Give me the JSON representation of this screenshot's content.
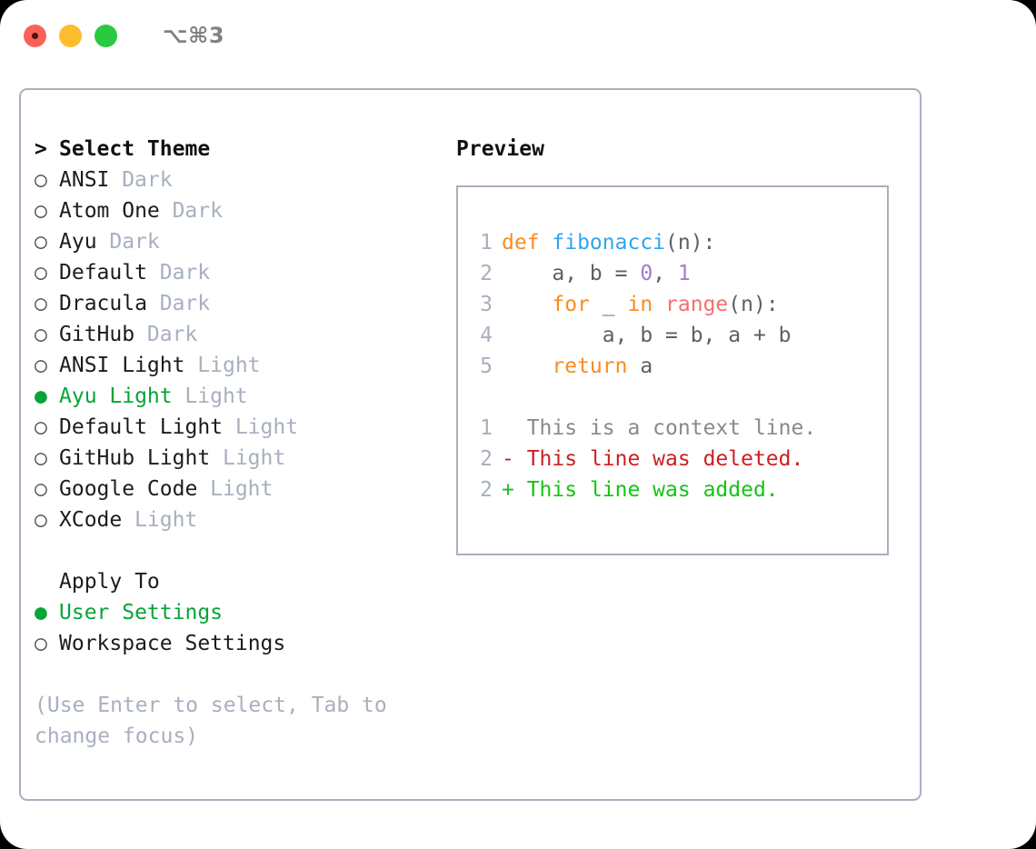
{
  "window": {
    "shortcut_label": "⌥⌘3",
    "traffic_lights": [
      {
        "name": "close",
        "color": "#fb6158"
      },
      {
        "name": "minimize",
        "color": "#fcbe2f"
      },
      {
        "name": "maximize",
        "color": "#2bc940"
      }
    ]
  },
  "colors": {
    "accent_green": "#07a437",
    "border": "#a7b0be",
    "muted": "#a7b0be",
    "text": "#1c1c1c",
    "keyword": "#f78c26",
    "function": "#2fa5f0",
    "number": "#a37acc",
    "builtin": "#f4706e",
    "diff_added": "#14c414",
    "diff_deleted": "#cc1f1f",
    "diff_context": "#8a8a8a"
  },
  "theme_list": {
    "header_marker": ">",
    "header_label": "Select Theme",
    "items": [
      {
        "marker": "○",
        "label": "ANSI",
        "variant": "Dark",
        "selected": false
      },
      {
        "marker": "○",
        "label": "Atom One",
        "variant": "Dark",
        "selected": false
      },
      {
        "marker": "○",
        "label": "Ayu",
        "variant": "Dark",
        "selected": false
      },
      {
        "marker": "○",
        "label": "Default",
        "variant": "Dark",
        "selected": false
      },
      {
        "marker": "○",
        "label": "Dracula",
        "variant": "Dark",
        "selected": false
      },
      {
        "marker": "○",
        "label": "GitHub",
        "variant": "Dark",
        "selected": false
      },
      {
        "marker": "○",
        "label": "ANSI Light",
        "variant": "Light",
        "selected": false
      },
      {
        "marker": "●",
        "label": "Ayu Light",
        "variant": "Light",
        "selected": true
      },
      {
        "marker": "○",
        "label": "Default Light",
        "variant": "Light",
        "selected": false
      },
      {
        "marker": "○",
        "label": "GitHub Light",
        "variant": "Light",
        "selected": false
      },
      {
        "marker": "○",
        "label": "Google Code",
        "variant": "Light",
        "selected": false
      },
      {
        "marker": "○",
        "label": "XCode",
        "variant": "Light",
        "selected": false
      }
    ]
  },
  "apply_to": {
    "header_label": "Apply To",
    "items": [
      {
        "marker": "●",
        "label": "User Settings",
        "selected": true
      },
      {
        "marker": "○",
        "label": "Workspace Settings",
        "selected": false
      }
    ]
  },
  "hint": "(Use Enter to select, Tab to change focus)",
  "preview": {
    "title": "Preview",
    "code_lines": [
      {
        "number": "1",
        "tokens": [
          {
            "text": "def ",
            "type": "kw"
          },
          {
            "text": "fibonacci",
            "type": "fn"
          },
          {
            "text": "(n):",
            "type": "pun"
          }
        ]
      },
      {
        "number": "2",
        "tokens": [
          {
            "text": "    a, b = ",
            "type": "pun"
          },
          {
            "text": "0",
            "type": "num"
          },
          {
            "text": ", ",
            "type": "pun"
          },
          {
            "text": "1",
            "type": "num"
          }
        ]
      },
      {
        "number": "3",
        "tokens": [
          {
            "text": "    ",
            "type": "pun"
          },
          {
            "text": "for",
            "type": "kw"
          },
          {
            "text": " _ ",
            "type": "pun"
          },
          {
            "text": "in",
            "type": "kw"
          },
          {
            "text": " ",
            "type": "pun"
          },
          {
            "text": "range",
            "type": "bi"
          },
          {
            "text": "(n):",
            "type": "pun"
          }
        ]
      },
      {
        "number": "4",
        "tokens": [
          {
            "text": "        a, b = b, a + b",
            "type": "pun"
          }
        ]
      },
      {
        "number": "5",
        "tokens": [
          {
            "text": "    ",
            "type": "pun"
          },
          {
            "text": "return",
            "type": "kw"
          },
          {
            "text": " a",
            "type": "pun"
          }
        ]
      }
    ],
    "diff_lines": [
      {
        "number": "1",
        "sign": " ",
        "text": " This is a context line.",
        "kind": "context"
      },
      {
        "number": "2",
        "sign": "-",
        "text": " This line was deleted.",
        "kind": "deleted"
      },
      {
        "number": "2",
        "sign": "+",
        "text": " This line was added.",
        "kind": "added"
      }
    ]
  }
}
